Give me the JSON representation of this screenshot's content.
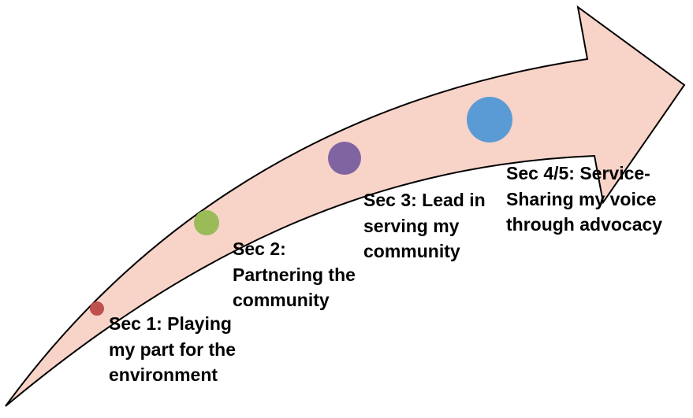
{
  "colors": {
    "arrow_fill": "#f8d3c8",
    "arrow_stroke": "#000000",
    "text": "#000000"
  },
  "stages": [
    {
      "id": "sec-1",
      "lines": [
        "Sec 1: Playing",
        "my part for the",
        "environment"
      ],
      "dot_color": "#c0504d"
    },
    {
      "id": "sec-2",
      "lines": [
        "Sec 2:",
        "Partnering the",
        "community"
      ],
      "dot_color": "#9bbb59"
    },
    {
      "id": "sec-3",
      "lines": [
        "Sec 3: Lead in",
        "serving my",
        "community"
      ],
      "dot_color": "#8064a2"
    },
    {
      "id": "sec-4-5",
      "lines": [
        "Sec 4/5: Service-",
        "Sharing my voice",
        "through advocacy"
      ],
      "dot_color": "#5b9bd5"
    }
  ]
}
